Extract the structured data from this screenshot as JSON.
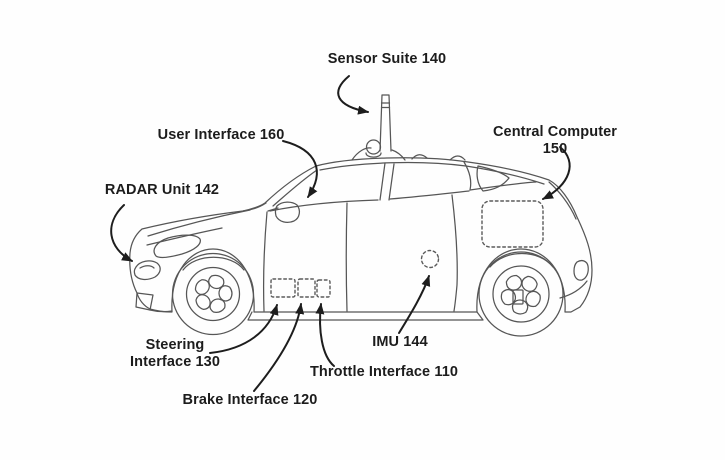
{
  "figure": {
    "kind": "patent-style line drawing",
    "subject": "autonomous vehicle side view with labeled subsystems",
    "background_color": "#fefefe",
    "line_color": "#565656",
    "arrow_color": "#1d1d1d",
    "text_color": "#1c1c1c"
  },
  "labels": {
    "sensor_suite": "Sensor Suite 140",
    "user_interface": "User Interface 160",
    "central_computer": "Central Computer 150",
    "radar_unit": "RADAR Unit 142",
    "steering": "Steering\nInterface 130",
    "brake": "Brake Interface 120",
    "throttle": "Throttle Interface 110",
    "imu": "IMU 144"
  },
  "callouts": [
    {
      "label": "Sensor Suite 140",
      "points_to": "roof sensor mast"
    },
    {
      "label": "User Interface 160",
      "points_to": "cabin windshield area"
    },
    {
      "label": "Central Computer 150",
      "points_to": "dashed box in rear cargo area"
    },
    {
      "label": "RADAR Unit 142",
      "points_to": "front bumper lamp area"
    },
    {
      "label": "Steering\nInterface 130",
      "points_to": "left dashed box under door sill"
    },
    {
      "label": "Brake Interface 120",
      "points_to": "middle dashed box under door sill"
    },
    {
      "label": "Throttle Interface 110",
      "points_to": "right dashed box under door sill"
    },
    {
      "label": "IMU 144",
      "points_to": "dashed circle on lower rear door"
    }
  ]
}
